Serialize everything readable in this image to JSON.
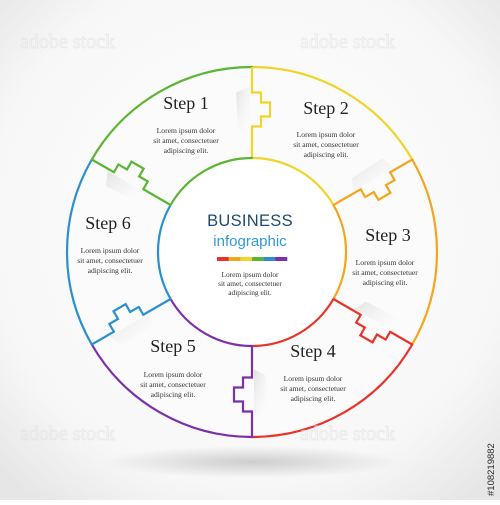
{
  "center": {
    "title": "BUSINESS",
    "subtitle": "infographic",
    "desc": [
      "Lorem ipsum dolor",
      "sit amet, consectetuer",
      "adipiscing elit."
    ]
  },
  "steps": [
    {
      "title": "Step 1",
      "color": "#f0d42a",
      "desc": [
        "Lorem ipsum dolor",
        "sit amet, consectetuer",
        "adipiscing elit."
      ]
    },
    {
      "title": "Step 2",
      "color": "#f4a41d",
      "desc": [
        "Lorem ipsum dolor",
        "sit amet, consectetuer",
        "adipiscing elit."
      ]
    },
    {
      "title": "Step 3",
      "color": "#e8322a",
      "desc": [
        "Lorem ipsum dolor",
        "sit amet, consectetuer",
        "adipiscing elit."
      ]
    },
    {
      "title": "Step 4",
      "color": "#7b2fa8",
      "desc": [
        "Lorem ipsum dolor",
        "sit amet, consectetuer",
        "adipiscing elit."
      ]
    },
    {
      "title": "Step 5",
      "color": "#2a8fd0",
      "desc": [
        "Lorem ipsum dolor",
        "sit amet, consectetuer",
        "adipiscing elit."
      ]
    },
    {
      "title": "Step 6",
      "color": "#5cb532",
      "desc": [
        "Lorem ipsum dolor",
        "sit amet, consectetuer",
        "adipiscing elit."
      ]
    }
  ],
  "spectrum": [
    "#e8322a",
    "#f4a41d",
    "#f0d42a",
    "#5cb532",
    "#2a8fd0",
    "#7b2fa8"
  ],
  "stock": {
    "watermark_text": "adobe stock",
    "image_id": "#108219882"
  }
}
